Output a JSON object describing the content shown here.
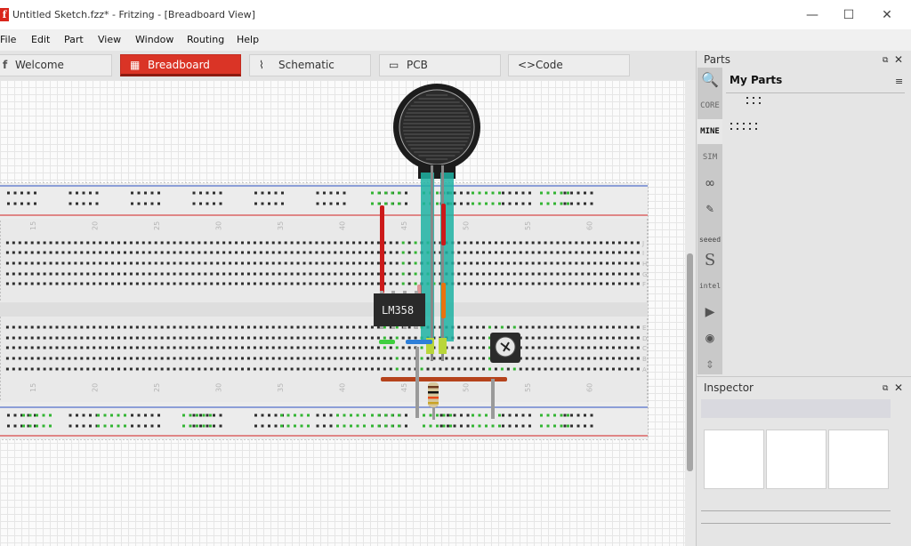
{
  "window": {
    "title": "Untitled Sketch.fzz* - Fritzing - [Breadboard View]",
    "app_icon_letter": "f",
    "minimize_icon": "—",
    "maximize_icon": "☐",
    "close_icon": "✕"
  },
  "menu": [
    "File",
    "Edit",
    "Part",
    "View",
    "Window",
    "Routing",
    "Help"
  ],
  "tabs": [
    {
      "label": "Welcome",
      "icon": "f",
      "active": false
    },
    {
      "label": "Breadboard",
      "icon": "▦",
      "active": true
    },
    {
      "label": "Schematic",
      "icon": "⌇",
      "active": false
    },
    {
      "label": "PCB",
      "icon": "▭",
      "active": false
    },
    {
      "label": "Code",
      "icon": "<>",
      "active": false
    }
  ],
  "breadboard": {
    "column_labels": [
      "15",
      "20",
      "25",
      "30",
      "35",
      "40",
      "45",
      "50",
      "55",
      "60"
    ],
    "row_labels_top": [
      "J",
      "I",
      "H",
      "G",
      "F"
    ],
    "row_labels_bottom": [
      "E",
      "D",
      "C",
      "B",
      "A"
    ],
    "chip_label": "LM358",
    "colors": {
      "rail_red": "#d21f1f",
      "rail_blue": "#2b4fc2",
      "wire_red": "#cc1a1a",
      "wire_brown": "#b5431c",
      "wire_teal": "#1fb3a3",
      "connected": "#32b432"
    }
  },
  "parts_panel": {
    "title": "Parts",
    "float_icon": "⧉",
    "close_icon": "✕",
    "bin_title": "My Parts",
    "menu_icon": "≡",
    "bins": [
      {
        "name": "search",
        "label": "🔍"
      },
      {
        "name": "core",
        "label": "CORE"
      },
      {
        "name": "mine",
        "label": "MINE"
      },
      {
        "name": "sim",
        "label": "SIM"
      },
      {
        "name": "arduino",
        "label": "∞"
      },
      {
        "name": "fritzing",
        "label": "✎"
      },
      {
        "name": "seeed",
        "label": "seeed"
      },
      {
        "name": "sparkfun",
        "label": "S"
      },
      {
        "name": "intel",
        "label": "intel"
      },
      {
        "name": "play",
        "label": "▶"
      },
      {
        "name": "contrib",
        "label": "◉"
      },
      {
        "name": "more",
        "label": "⇕"
      }
    ]
  },
  "inspector": {
    "title": "Inspector",
    "float_icon": "⧉",
    "close_icon": "✕"
  }
}
